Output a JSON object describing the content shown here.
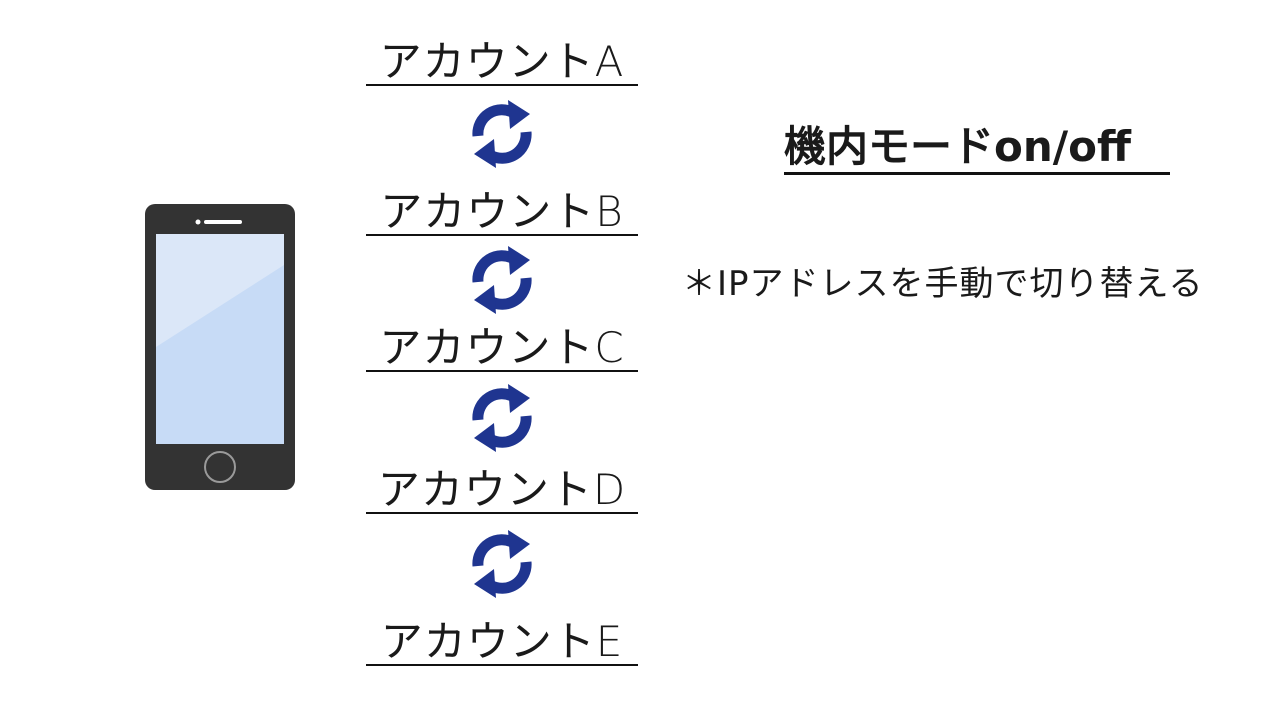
{
  "accounts": [
    {
      "label": "アカウントA"
    },
    {
      "label": "アカウントB"
    },
    {
      "label": "アカウントC"
    },
    {
      "label": "アカウントD"
    },
    {
      "label": "アカウントE"
    }
  ],
  "title": "機内モードon/off",
  "note": "＊IPアドレスを手動で切り替える",
  "icons": {
    "phone": "smartphone-icon",
    "cycle": "sync-arrows-icon"
  },
  "colors": {
    "cycle_arrow": "#1f3590",
    "phone_body": "#333333",
    "phone_screen": "#c7dbf6"
  }
}
